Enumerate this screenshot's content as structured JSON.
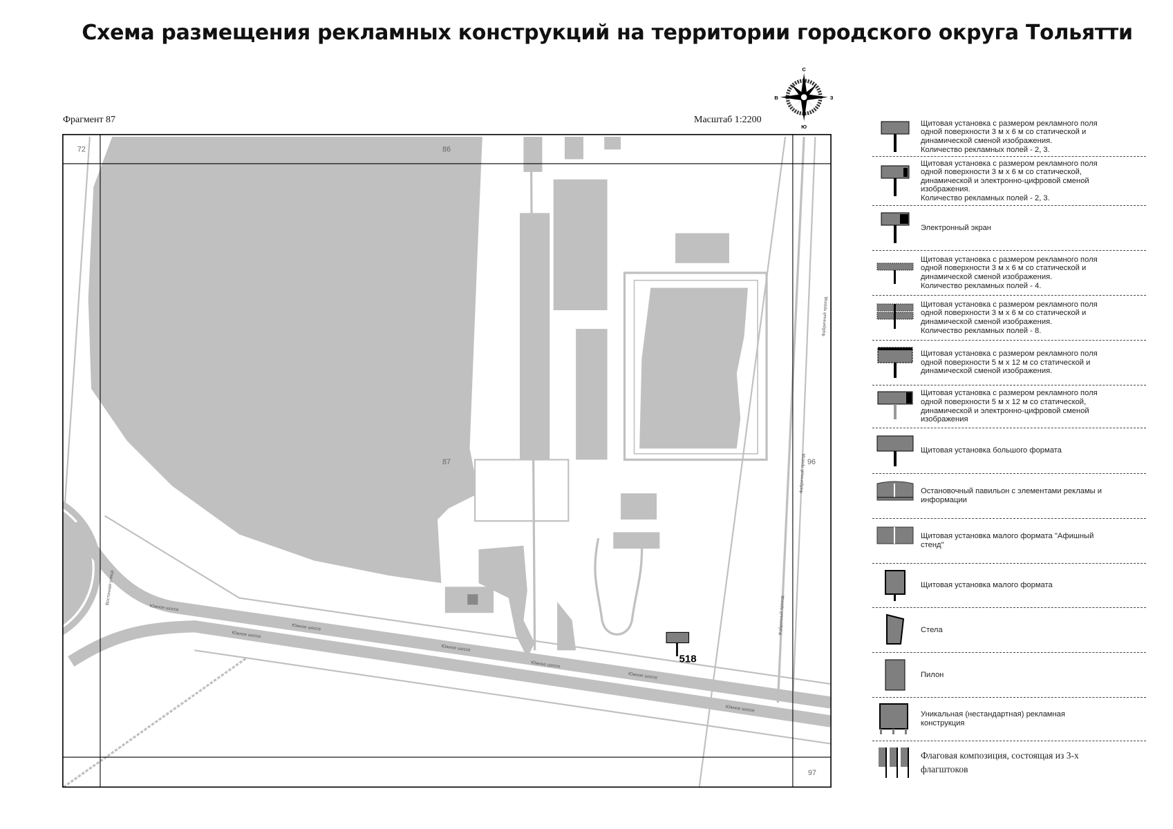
{
  "title": "Схема размещения рекламных конструкций на территории городского округа Тольятти",
  "fragment_label": "Фрагмент 87",
  "scale_label": "Масштаб 1:2200",
  "compass": {
    "north": "С",
    "south": "Ю",
    "west": "В",
    "east": "З"
  },
  "map": {
    "sheet_numbers": {
      "top_left": "72",
      "top": "86",
      "center": "87",
      "right": "96",
      "bottom_right": "97"
    },
    "road_labels": {
      "south_highway": "Южное шоссе",
      "fabrichny": "Фабричный проезд",
      "vostochnaya": "Восточная улица"
    },
    "billboard_marker": {
      "number": "518"
    },
    "colors": {
      "area_fill": "#c0c0c0",
      "marker_fill": "#7f7f7f",
      "frame": "#000000"
    }
  },
  "legend": {
    "items": [
      {
        "type": "billboard",
        "text": "Щитовая установка с размером рекламного поля\nодной поверхности 3 м х 6 м со статической и\nдинамической сменой изображения.\nКоличество рекламных полей - 2, 3."
      },
      {
        "type": "billboard-digital",
        "text": "Щитовая установка с размером рекламного поля\nодной поверхности 3 м х 6 м со статической,\nдинамической и электронно-цифровой сменой\nизображения.\nКоличество рекламных полей - 2, 3."
      },
      {
        "type": "screen",
        "text": "Электронный экран"
      },
      {
        "type": "billboard-4",
        "text": "Щитовая установка с размером рекламного поля\nодной поверхности 3 м х 6 м со статической и\nдинамической сменой изображения.\nКоличество рекламных полей - 4."
      },
      {
        "type": "billboard-8",
        "text": "Щитовая установка с размером рекламного поля\nодной поверхности 3 м х 6 м со статической и\nдинамической сменой изображения.\nКоличество рекламных полей - 8."
      },
      {
        "type": "billboard-5x12",
        "text": "Щитовая установка с размером рекламного поля\nодной поверхности 5 м х 12 м со статической и\nдинамической сменой изображения."
      },
      {
        "type": "billboard-5x12-digital",
        "text": "Щитовая установка с размером рекламного поля\nодной поверхности 5 м х 12 м со статической,\nдинамической и электронно-цифровой сменой\nизображения"
      },
      {
        "type": "billboard-large",
        "text": "Щитовая установка большого формата"
      },
      {
        "type": "bus-stop",
        "text": "Остановочный павильон с элементами рекламы и\nинформации"
      },
      {
        "type": "poster-stand",
        "text": "Щитовая установка малого формата \"Афишный\nстенд\""
      },
      {
        "type": "small-billboard",
        "text": "Щитовая установка малого формата"
      },
      {
        "type": "stele",
        "text": "Стела"
      },
      {
        "type": "pylon",
        "text": "Пилон"
      },
      {
        "type": "unique",
        "text": "Уникальная (нестандартная) рекламная\nконструкция"
      },
      {
        "type": "flags",
        "text": "Флаговая композиция, состоящая из 3-х\nфлагштоков"
      }
    ]
  }
}
